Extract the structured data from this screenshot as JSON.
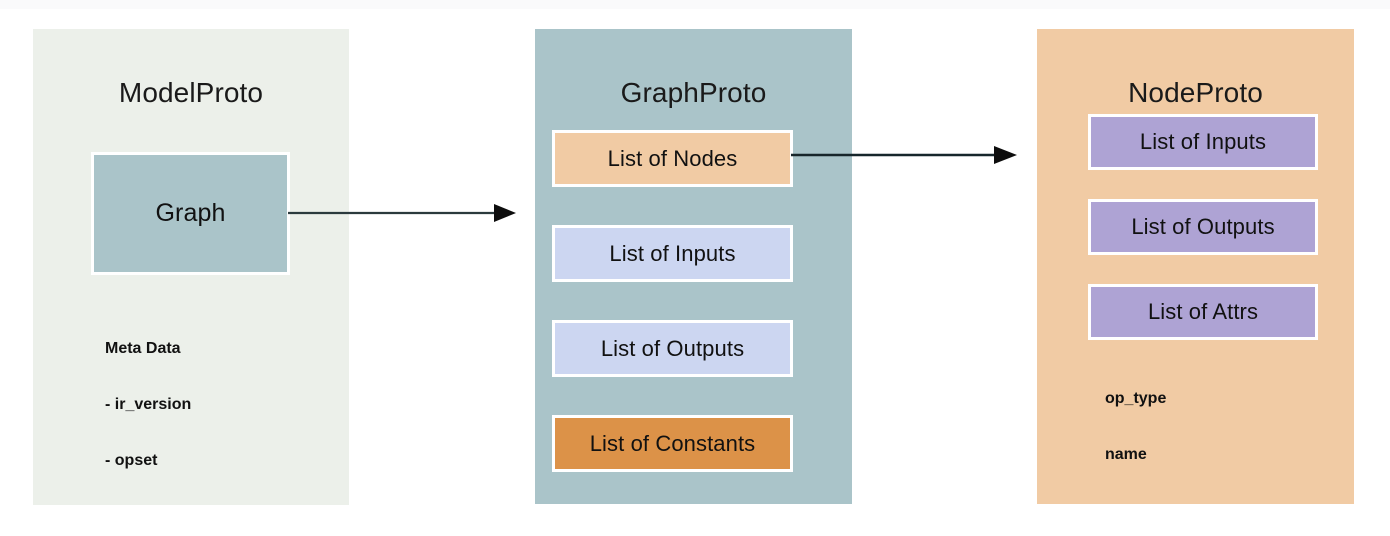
{
  "diagram": {
    "title_model": "ModelProto",
    "title_graph": "GraphProto",
    "title_node": "NodeProto",
    "colors": {
      "background": "#ffffff",
      "model_panel": "#ecf0ea",
      "graph_panel": "#aac4c9",
      "node_panel": "#f1cba4",
      "graph_box": "#aac4c9",
      "nodes_box": "#f1cba4",
      "inputs_box": "#ccd6f1",
      "outputs_box": "#ccd6f1",
      "constants_box": "#dc9248",
      "node_item_box": "#aea3d4",
      "arrow": "#111111",
      "text": "#111111"
    },
    "panels": [
      {
        "id": "model-proto",
        "title": "ModelProto",
        "boxes": [
          {
            "label": "Graph"
          }
        ],
        "meta": [
          "Meta Data",
          "- ir_version",
          "- opset"
        ]
      },
      {
        "id": "graph-proto",
        "title": "GraphProto",
        "boxes": [
          {
            "label": "List of Nodes"
          },
          {
            "label": "List of Inputs"
          },
          {
            "label": "List of Outputs"
          },
          {
            "label": "List of Constants"
          }
        ],
        "meta": []
      },
      {
        "id": "node-proto",
        "title": "NodeProto",
        "boxes": [
          {
            "label": "List of Inputs"
          },
          {
            "label": "List of Outputs"
          },
          {
            "label": "List of Attrs"
          }
        ],
        "meta": [
          "op_type",
          "name"
        ]
      }
    ],
    "arrows": [
      {
        "from": "Graph",
        "to": "GraphProto"
      },
      {
        "from": "List of Nodes",
        "to": "NodeProto"
      }
    ]
  }
}
